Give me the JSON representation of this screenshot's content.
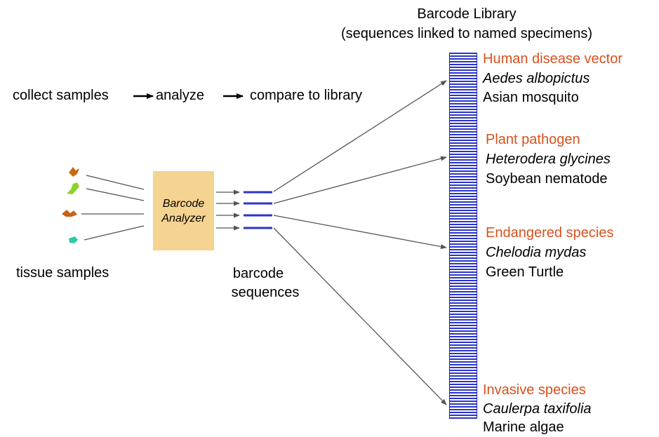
{
  "library": {
    "title": "Barcode Library",
    "subtitle": "(sequences linked to named specimens)"
  },
  "workflow": {
    "step1": "collect samples",
    "step2": "analyze",
    "step3": "compare to library"
  },
  "analyzer": {
    "line1": "Barcode",
    "line2": "Analyzer"
  },
  "labels": {
    "tissue_samples": "tissue samples",
    "barcode_line1": "barcode",
    "barcode_line2": "sequences"
  },
  "entries": [
    {
      "category": "Human disease vector",
      "scientific": "Aedes albopictus",
      "common": "Asian mosquito"
    },
    {
      "category": "Plant pathogen",
      "scientific": "Heterodera glycines",
      "common": "Soybean nematode"
    },
    {
      "category": "Endangered species",
      "scientific": "Chelodia mydas",
      "common": "Green Turtle"
    },
    {
      "category": "Invasive species",
      "scientific": "Caulerpa taxifolia",
      "common": "Marine algae"
    }
  ],
  "colors": {
    "category_text": "#d9501e",
    "barcode_blue": "#2b34c8",
    "analyzer_fill": "#f5d391",
    "arrow_gray": "#555555",
    "sample_colors": [
      "#c96a12",
      "#8fd12a",
      "#c9621a",
      "#2ec9a6"
    ]
  }
}
